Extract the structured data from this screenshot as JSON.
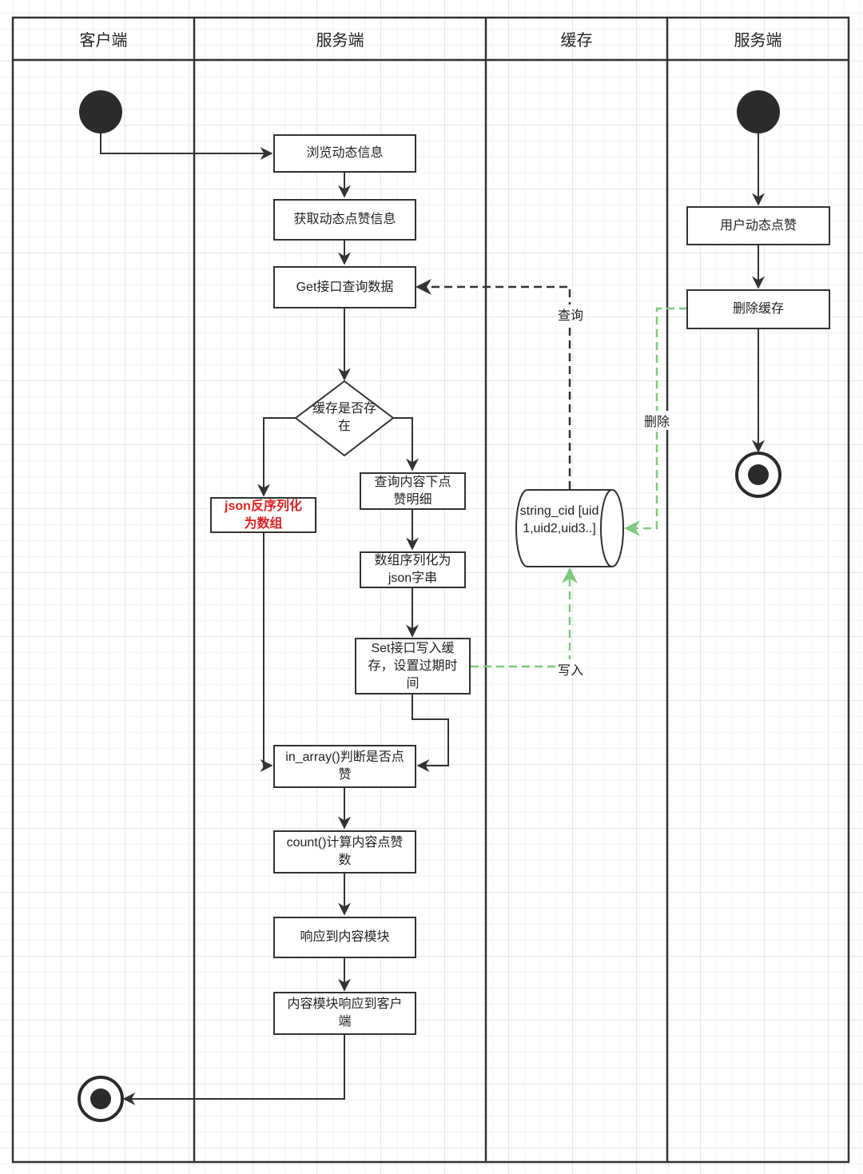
{
  "lanes": {
    "client": "客户端",
    "server": "服务端",
    "cache": "缓存",
    "server2": "服务端"
  },
  "nodes": {
    "browse": "浏览动态信息",
    "get_like_info": "获取动态点赞信息",
    "get_query": "Get接口查询数据",
    "cache_exists": "缓存是否存在",
    "json_decode": "json反序列化为数组",
    "query_detail": "查询内容下点赞明细",
    "serialize": "数组序列化为json字串",
    "set_cache": "Set接口写入缓存，设置过期时间",
    "in_array": "in_array()判断是否点赞",
    "count": "count()计算内容点赞数",
    "respond_module": "响应到内容模块",
    "module_respond_client": "内容模块响应到客户端",
    "user_like": "用户动态点赞",
    "delete_cache": "删除缓存",
    "cache_store": "string_cid [uid1,uid2,uid3..]"
  },
  "edge_labels": {
    "query": "查询",
    "write": "写入",
    "delete": "删除"
  },
  "colors": {
    "line": "#333333",
    "dashed_green": "#7dc97d",
    "red_text": "#e02020"
  }
}
